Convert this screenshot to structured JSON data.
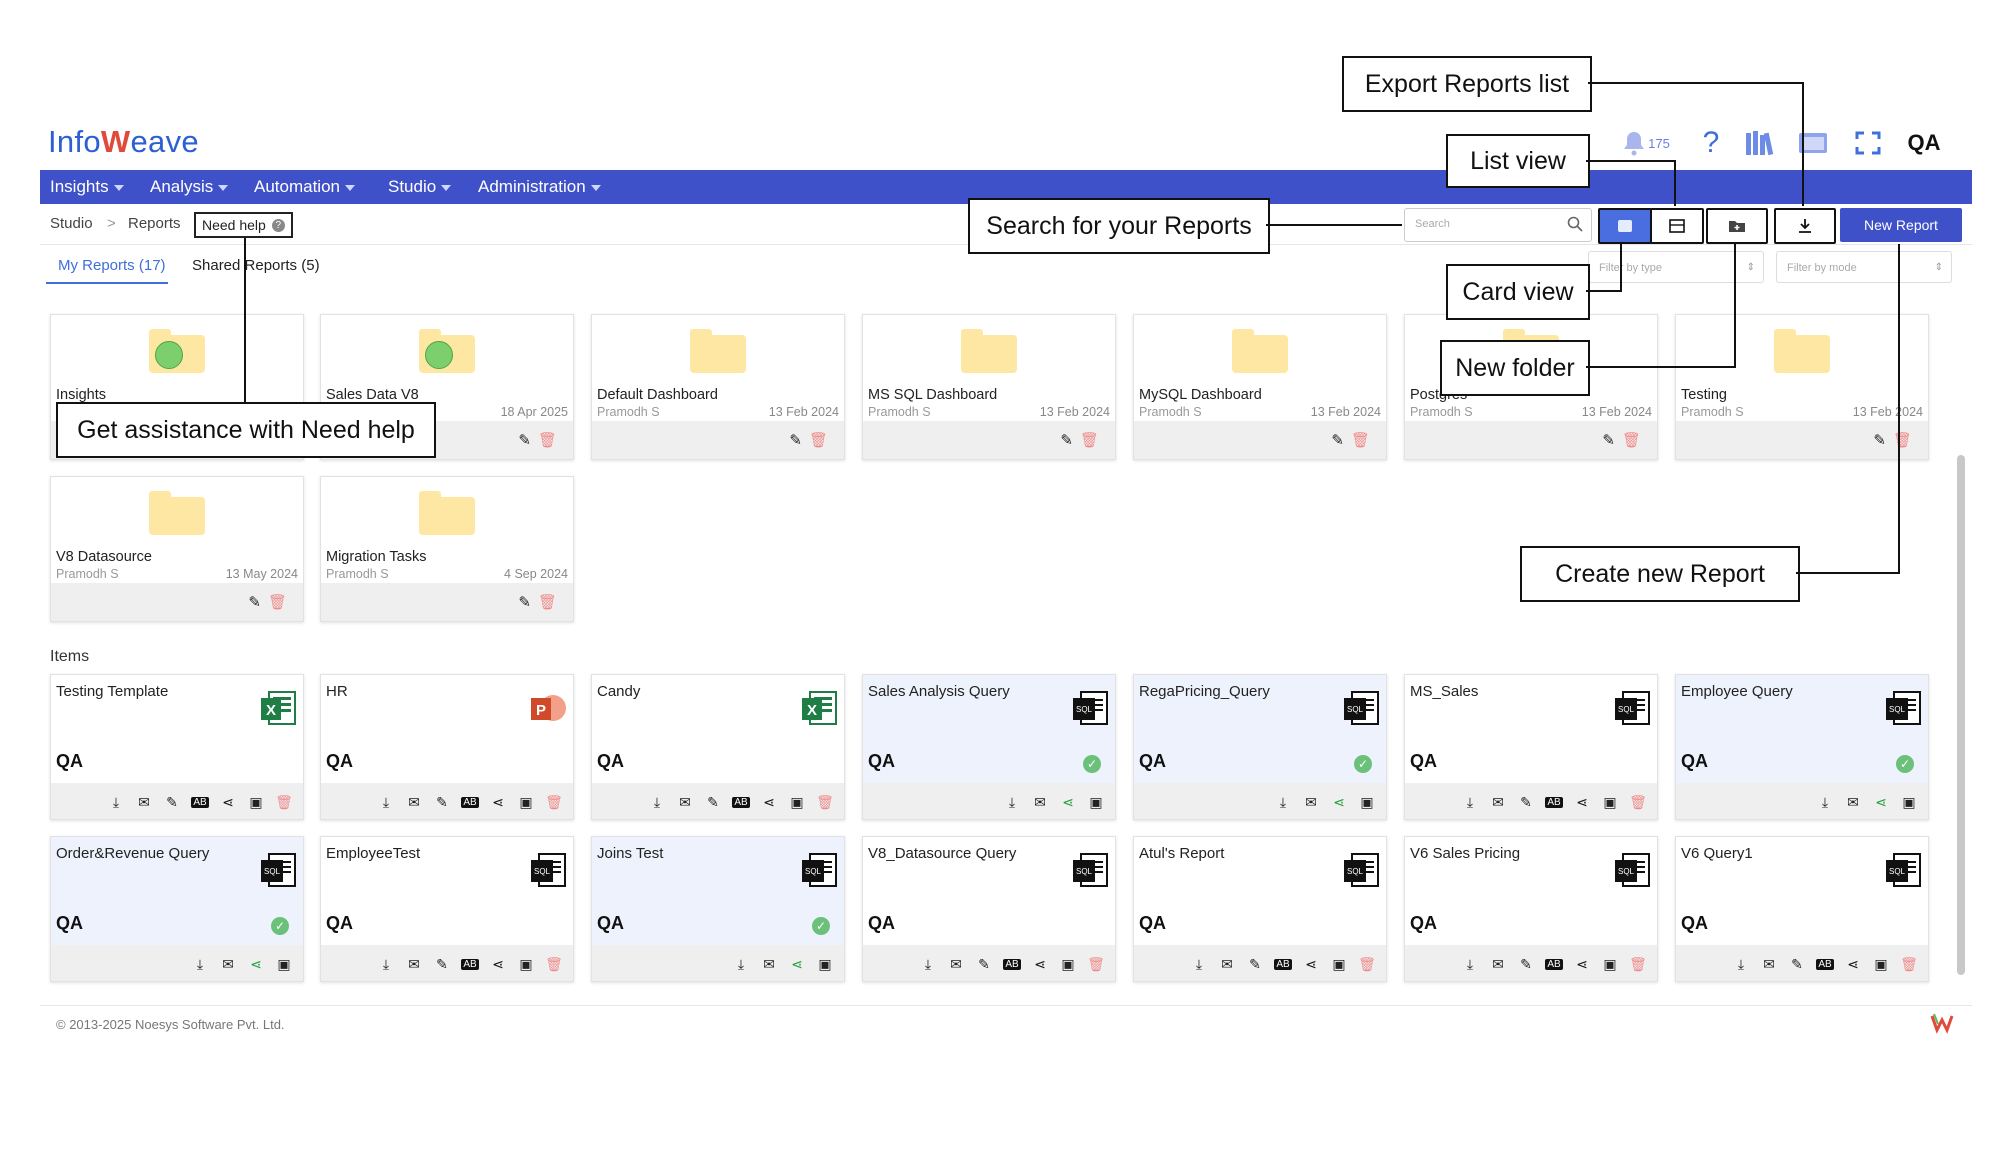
{
  "header": {
    "logo_pre": "Info",
    "logo_w": "W",
    "logo_post": "eave",
    "notification_count": "175",
    "help_symbol": "?",
    "user_initials": "QA"
  },
  "nav": [
    "Insights",
    "Analysis",
    "Automation",
    "Studio",
    "Administration"
  ],
  "breadcrumb": {
    "studio": "Studio",
    "sep": ">",
    "reports": "Reports",
    "need_help": "Need help"
  },
  "tabs": {
    "my": "My Reports (17)",
    "shared": "Shared Reports (5)"
  },
  "toolbar": {
    "search_placeholder": "Search",
    "new_report": "New Report",
    "filter_type": "Filter by type",
    "filter_mode": "Filter by mode"
  },
  "folders": [
    {
      "name": "Insights",
      "owner": "",
      "date": "",
      "globe": true
    },
    {
      "name": "Sales Data V8",
      "owner": "",
      "date": "18 Apr 2025",
      "globe": true
    },
    {
      "name": "Default Dashboard",
      "owner": "Pramodh S",
      "date": "13 Feb 2024",
      "globe": false
    },
    {
      "name": "MS SQL Dashboard",
      "owner": "Pramodh S",
      "date": "13 Feb 2024",
      "globe": false
    },
    {
      "name": "MySQL Dashboard",
      "owner": "Pramodh S",
      "date": "13 Feb 2024",
      "globe": false
    },
    {
      "name": "Postgres",
      "owner": "Pramodh S",
      "date": "13 Feb 2024",
      "globe": false
    },
    {
      "name": "Testing",
      "owner": "Pramodh S",
      "date": "13 Feb 2024",
      "globe": false
    },
    {
      "name": "V8 Datasource",
      "owner": "Pramodh S",
      "date": "13 May 2024",
      "globe": false
    },
    {
      "name": "Migration Tasks",
      "owner": "Pramodh S",
      "date": "4 Sep 2024",
      "globe": false
    }
  ],
  "items_heading": "Items",
  "items": [
    {
      "name": "Testing Template",
      "kind": "excel",
      "selected": false,
      "check": false
    },
    {
      "name": "HR",
      "kind": "ppt",
      "selected": false,
      "check": false
    },
    {
      "name": "Candy",
      "kind": "excel",
      "selected": false,
      "check": false
    },
    {
      "name": "Sales Analysis Query",
      "kind": "sql",
      "selected": true,
      "check": true
    },
    {
      "name": "RegaPricing_Query",
      "kind": "sql",
      "selected": true,
      "check": true
    },
    {
      "name": "MS_Sales",
      "kind": "sql",
      "selected": false,
      "check": false
    },
    {
      "name": "Employee Query",
      "kind": "sql",
      "selected": true,
      "check": true
    },
    {
      "name": "Order&Revenue Query",
      "kind": "sql",
      "selected": true,
      "check": true
    },
    {
      "name": "EmployeeTest",
      "kind": "sql",
      "selected": false,
      "check": false
    },
    {
      "name": "Joins Test",
      "kind": "sql",
      "selected": true,
      "check": true
    },
    {
      "name": "V8_Datasource Query",
      "kind": "sql",
      "selected": false,
      "check": false
    },
    {
      "name": "Atul's Report",
      "kind": "sql",
      "selected": false,
      "check": false
    },
    {
      "name": "V6 Sales Pricing",
      "kind": "sql",
      "selected": false,
      "check": false
    },
    {
      "name": "V6 Query1",
      "kind": "sql",
      "selected": false,
      "check": false
    }
  ],
  "callouts": {
    "export": "Export Reports list",
    "list_view": "List view",
    "search": "Search for your Reports",
    "card_view": "Card view",
    "new_folder": "New folder",
    "need_help": "Get assistance with Need help",
    "create": "Create new Report"
  },
  "footer": {
    "copyright": "© 2013-2025 Noesys Software Pvt. Ltd."
  },
  "colors": {
    "nav": "#3f51c8",
    "folder": "#fde7a3",
    "selected_card": "#eef2fd",
    "check": "#6bc17a"
  }
}
